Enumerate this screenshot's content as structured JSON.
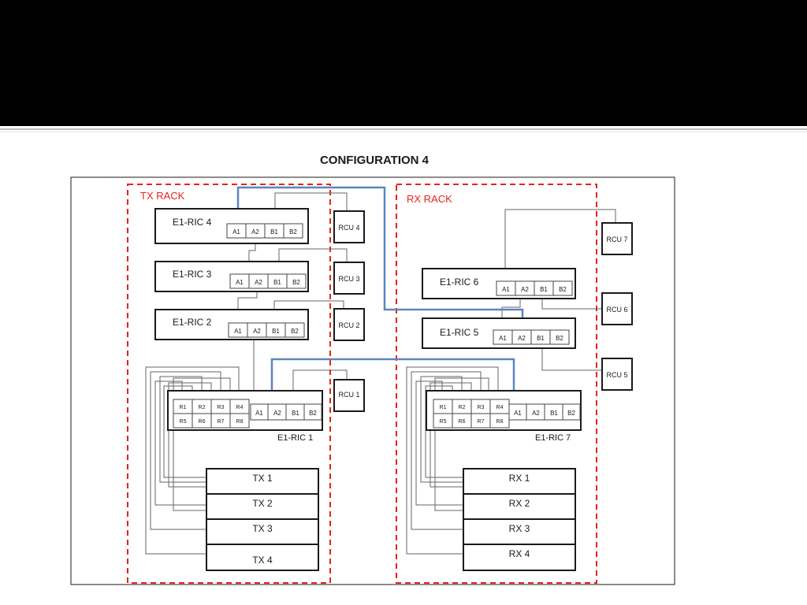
{
  "slide": {
    "title": "CONFIGURATION 4",
    "title_color": "#e8231a",
    "header_color": "#000000"
  },
  "diagram": {
    "tx_rack_label": "TX RACK",
    "rx_rack_label": "RX RACK",
    "rack_color": "#e8231a",
    "link_color": "#5b86bf",
    "wire_color": "#666666",
    "port_labels": [
      "A1",
      "A2",
      "B1",
      "B2"
    ],
    "r_port_labels": [
      "R1",
      "R2",
      "R3",
      "R4",
      "R5",
      "R6",
      "R7",
      "R8"
    ],
    "ric": {
      "ric4": "E1-RIC 4",
      "ric3": "E1-RIC 3",
      "ric2": "E1-RIC 2",
      "ric1": "E1-RIC 1",
      "ric6": "E1-RIC 6",
      "ric5": "E1-RIC 5",
      "ric7": "E1-RIC 7"
    },
    "rcu": {
      "rcu4": "RCU 4",
      "rcu3": "RCU 3",
      "rcu2": "RCU 2",
      "rcu1": "RCU 1",
      "rcu7": "RCU 7",
      "rcu6": "RCU 6",
      "rcu5": "RCU 5"
    },
    "tx": [
      "TX 1",
      "TX 2",
      "TX 3",
      "TX 4"
    ],
    "rx": [
      "RX 1",
      "RX 2",
      "RX 3",
      "RX 4"
    ]
  }
}
